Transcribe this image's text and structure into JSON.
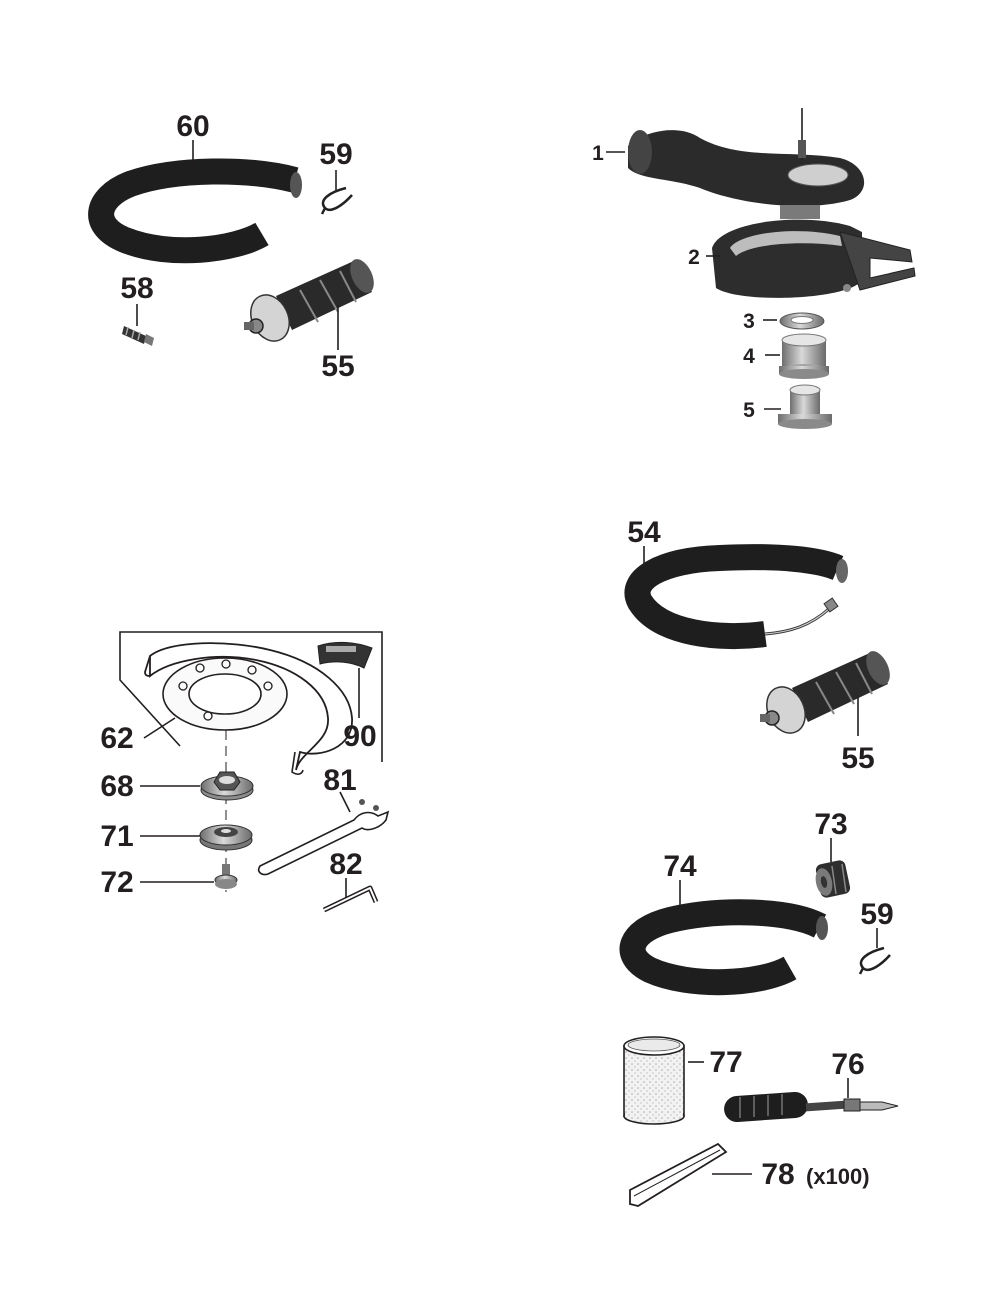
{
  "callouts": {
    "p1": "1",
    "p2": "2",
    "p3": "3",
    "p4": "4",
    "p5": "5",
    "p54": "54",
    "p55a": "55",
    "p55b": "55",
    "p58": "58",
    "p59a": "59",
    "p59b": "59",
    "p60": "60",
    "p62": "62",
    "p68": "68",
    "p71": "71",
    "p72": "72",
    "p73": "73",
    "p74": "74",
    "p76": "76",
    "p77": "77",
    "p78": "78",
    "p81": "81",
    "p82": "82",
    "p90": "90"
  },
  "qty_note": "(x100)",
  "colors": {
    "ink": "#231f20",
    "part_dark": "#2b2b2b",
    "part_grey": "#9c9c9c"
  }
}
